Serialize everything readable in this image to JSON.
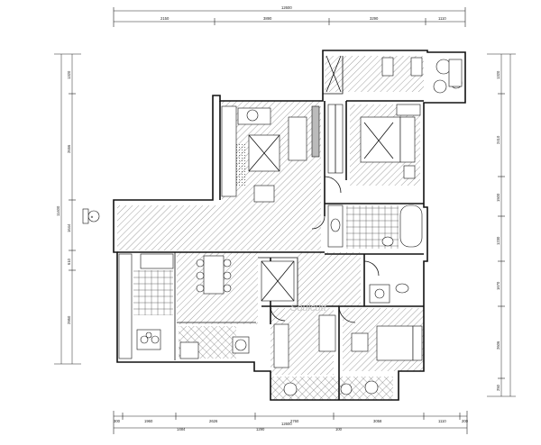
{
  "dimensions": {
    "top_total": "12600",
    "top_segments": [
      "2150",
      "3890",
      "3290",
      "1110"
    ],
    "bottom_segments": [
      "300",
      "1960",
      "2626",
      "2760",
      "3058",
      "1110",
      "200"
    ],
    "bottom_sub": [
      "1484",
      "1290",
      "12600",
      "100"
    ],
    "left_total": "11400",
    "left_segments": [
      "1320",
      "2656",
      "1644",
      "610",
      "2950"
    ],
    "right_segments": [
      "1320",
      "2410",
      "1500",
      "1230",
      "1670",
      "2606",
      "250"
    ]
  },
  "watermark": "Soulcutt",
  "compass_glyph": "⊕"
}
